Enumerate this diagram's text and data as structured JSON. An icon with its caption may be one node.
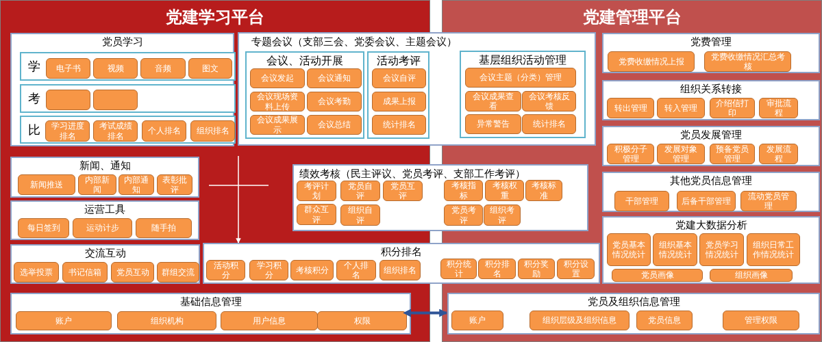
{
  "diagram": {
    "nodes": [
      {
        "text": [
          "党建学习平台"
        ]
      },
      {
        "text": [
          "党建管理平台"
        ]
      },
      {
        "text": [
          "党员学习"
        ],
        "in": 0
      },
      {
        "text": [
          "学"
        ],
        "in": 2
      },
      {
        "text": [
          "电子书"
        ],
        "in": 3
      },
      {
        "text": [
          "视频"
        ],
        "in": 3
      },
      {
        "text": [
          "音频"
        ],
        "in": 3
      },
      {
        "text": [
          "图文"
        ],
        "in": 3
      },
      {
        "text": [
          "考"
        ],
        "in": 2
      },
      {
        "text": [],
        "shape": "box",
        "in": 8
      },
      {
        "text": [],
        "shape": "box",
        "in": 8
      },
      {
        "text": [
          "比"
        ],
        "in": 2
      },
      {
        "text": [
          "学习进度排名"
        ],
        "in": 11
      },
      {
        "text": [
          "考试成绩排名"
        ],
        "in": 11
      },
      {
        "text": [
          "个人排名"
        ],
        "in": 11
      },
      {
        "text": [
          "组织排名"
        ],
        "in": 11
      },
      {
        "text": [
          "专题会议（支部三会、党委会议、主题会议）"
        ]
      },
      {
        "text": [
          "会议、活动开展"
        ]
      },
      {
        "text": [
          "会议发起"
        ],
        "in": 17
      },
      {
        "text": [
          "会议通知"
        ],
        "in": 17
      },
      {
        "text": [
          "会议现场资料上传"
        ],
        "in": 17
      },
      {
        "text": [
          "会议考勤"
        ],
        "in": 17
      },
      {
        "text": [
          "会议成果展示"
        ],
        "in": 17
      },
      {
        "text": [
          "会议总结"
        ],
        "in": 17
      },
      {
        "text": [
          "活动考评"
        ]
      },
      {
        "text": [
          "会议自评"
        ],
        "in": 24
      },
      {
        "text": [
          "成果上报"
        ],
        "in": 24
      },
      {
        "text": [
          "统计排名"
        ],
        "in": 24
      },
      {
        "text": [
          "基层组织活动管理"
        ]
      },
      {
        "text": [
          "会议主题（分类）管理"
        ],
        "in": 28
      },
      {
        "text": [
          "会议成果查看"
        ],
        "in": 28
      },
      {
        "text": [
          "会议考核反馈"
        ],
        "in": 28
      },
      {
        "text": [
          "异常警告"
        ],
        "in": 28
      },
      {
        "text": [
          "统计排名"
        ],
        "in": 28
      },
      {
        "text": [
          "新闻、通知"
        ],
        "in": 0
      },
      {
        "text": [
          "新闻推送"
        ],
        "in": 34
      },
      {
        "text": [
          "内部新闻"
        ],
        "in": 34
      },
      {
        "text": [
          "内部通知"
        ],
        "in": 34
      },
      {
        "text": [
          "表彰批评"
        ],
        "in": 34
      },
      {
        "text": [
          "运营工具"
        ],
        "in": 0
      },
      {
        "text": [
          "每日签到"
        ],
        "in": 39
      },
      {
        "text": [
          "运动计步"
        ],
        "in": 39
      },
      {
        "text": [
          "随手拍"
        ],
        "in": 39
      },
      {
        "text": [
          "交流互动"
        ],
        "in": 0
      },
      {
        "text": [
          "选举投票"
        ],
        "in": 43
      },
      {
        "text": [
          "书记信箱"
        ],
        "in": 43
      },
      {
        "text": [
          "党员互动"
        ],
        "in": 43
      },
      {
        "text": [
          "群组交流"
        ],
        "in": 43
      },
      {
        "text": [
          "绩效考核（民主评议、党员考评、支部工作考评）"
        ]
      },
      {
        "text": [
          "考评计划"
        ]
      },
      {
        "text": [
          "党员自评"
        ]
      },
      {
        "text": [
          "党员互评"
        ]
      },
      {
        "text": [
          "考核指标"
        ]
      },
      {
        "text": [
          "考核权重"
        ]
      },
      {
        "text": [
          "考核标准"
        ]
      },
      {
        "text": [
          "群众互评"
        ]
      },
      {
        "text": [
          "组织自评"
        ]
      },
      {
        "text": [
          "党员考评"
        ]
      },
      {
        "text": [
          "组织考评"
        ]
      },
      {
        "text": [
          "积分排名"
        ]
      },
      {
        "text": [
          "活动积分"
        ]
      },
      {
        "text": [
          "学习积分"
        ]
      },
      {
        "text": [
          "考核积分"
        ]
      },
      {
        "text": [
          "个人排名"
        ]
      },
      {
        "text": [
          "组织排名"
        ]
      },
      {
        "text": [
          "积分统计"
        ]
      },
      {
        "text": [
          "积分排名"
        ]
      },
      {
        "text": [
          "积分奖励"
        ]
      },
      {
        "text": [
          "积分设置"
        ]
      },
      {
        "text": [
          "基础信息管理"
        ],
        "in": 0
      },
      {
        "text": [
          "账户"
        ],
        "in": 69
      },
      {
        "text": [
          "组织机构"
        ],
        "in": 69
      },
      {
        "text": [
          "用户信息"
        ],
        "in": 69
      },
      {
        "text": [
          "权限"
        ],
        "in": 69
      },
      {
        "text": [
          "党费管理"
        ],
        "in": 1
      },
      {
        "text": [
          "党费收缴情况上报"
        ],
        "in": 74
      },
      {
        "text": [
          "党费收缴情况汇总考核"
        ],
        "in": 74
      },
      {
        "text": [
          "组织关系转接"
        ],
        "in": 1
      },
      {
        "text": [
          "转出管理"
        ],
        "in": 77
      },
      {
        "text": [
          "转入管理"
        ],
        "in": 77
      },
      {
        "text": [
          "介绍信打印"
        ],
        "in": 77
      },
      {
        "text": [
          "审批流程"
        ],
        "in": 77
      },
      {
        "text": [
          "党员发展管理"
        ],
        "in": 1
      },
      {
        "text": [
          "积极分子管理"
        ],
        "in": 82
      },
      {
        "text": [
          "发展对象管理"
        ],
        "in": 82
      },
      {
        "text": [
          "预备党员管理"
        ],
        "in": 82
      },
      {
        "text": [
          "发展流程"
        ],
        "in": 82
      },
      {
        "text": [
          "其他党员信息管理"
        ],
        "in": 1
      },
      {
        "text": [
          "干部管理"
        ],
        "in": 87
      },
      {
        "text": [
          "后备干部管理"
        ],
        "in": 87
      },
      {
        "text": [
          "流动党员管理"
        ],
        "in": 87
      },
      {
        "text": [
          "党建大数据分析"
        ],
        "in": 1
      },
      {
        "text": [
          "党员基本情况统计"
        ],
        "in": 91
      },
      {
        "text": [
          "组织基本情况统计"
        ],
        "in": 91
      },
      {
        "text": [
          "党员学习情况统计"
        ],
        "in": 91
      },
      {
        "text": [
          "组织日常工作情况统计"
        ],
        "in": 91
      },
      {
        "text": [
          "党员画像"
        ],
        "in": 91
      },
      {
        "text": [
          "组织画像"
        ],
        "in": 91
      },
      {
        "text": [
          "党员及组织信息管理"
        ],
        "in": 1
      },
      {
        "text": [
          "账户"
        ],
        "in": 98
      },
      {
        "text": [
          "组织层级及组织信息"
        ],
        "in": 98
      },
      {
        "text": [
          "党员信息"
        ],
        "in": 98
      },
      {
        "text": [
          "管理权限"
        ],
        "in": 98
      }
    ],
    "edges": [
      {
        "from": null,
        "to": 59,
        "arrow": "to"
      },
      {
        "from": 69,
        "to": 98,
        "arrow": "both",
        "style": "thick",
        "color": "#2f5597"
      }
    ]
  }
}
